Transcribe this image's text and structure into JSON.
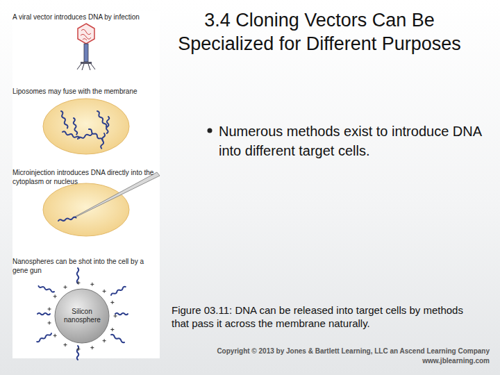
{
  "diagram": {
    "title": "3.4 Cloning Vectors Can Be Specialized for Different Purposes",
    "caption": "Figure 03.11: DNA can be released into target cells by methods that pass it across the membrane naturally.",
    "nodes": [
      {
        "text": [
          "Silicon nanosphere"
        ]
      }
    ],
    "labels": [
      "A viral vector introduces DNA by infection",
      "Liposomes may fuse with the membrane",
      "Microinjection introduces DNA directly into the cytoplasm or nucleus",
      "Nanospheres can be shot into the cell by a gene gun",
      "Numerous methods exist to introduce DNA into different target cells.",
      "Copyright © 2013 by Jones & Bartlett Learning, LLC an Ascend Learning Company",
      "www.jblearning.com"
    ]
  }
}
